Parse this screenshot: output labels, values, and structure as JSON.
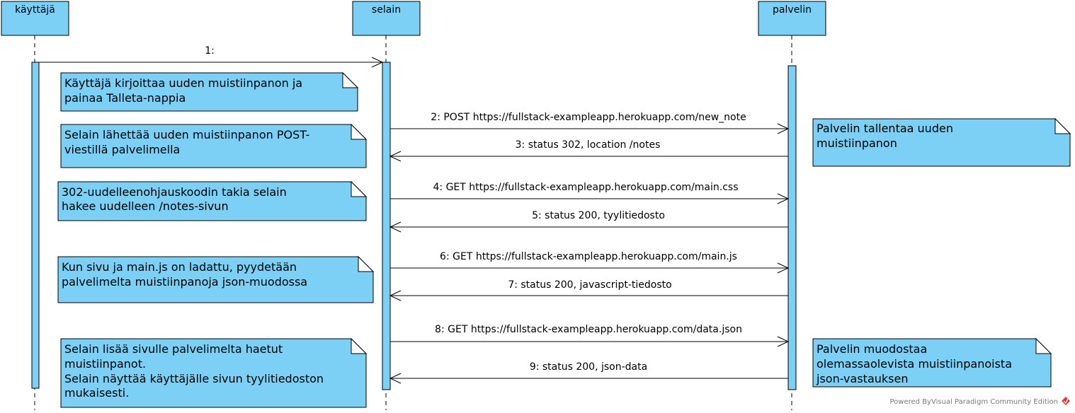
{
  "participants": [
    {
      "id": "user",
      "label": "käyttäjä"
    },
    {
      "id": "browser",
      "label": "selain"
    },
    {
      "id": "server",
      "label": "palvelin"
    }
  ],
  "messages": [
    {
      "id": "m1",
      "label": "1:",
      "from": "user",
      "to": "browser"
    },
    {
      "id": "m2",
      "label": "2: POST https://fullstack-exampleapp.herokuapp.com/new_note",
      "from": "browser",
      "to": "server"
    },
    {
      "id": "m3",
      "label": "3: status 302, location /notes",
      "from": "server",
      "to": "browser"
    },
    {
      "id": "m4",
      "label": "4: GET https://fullstack-exampleapp.herokuapp.com/main.css",
      "from": "browser",
      "to": "server"
    },
    {
      "id": "m5",
      "label": "5: status 200, tyylitiedosto",
      "from": "server",
      "to": "browser"
    },
    {
      "id": "m6",
      "label": "6: GET https://fullstack-exampleapp.herokuapp.com/main.js",
      "from": "browser",
      "to": "server"
    },
    {
      "id": "m7",
      "label": "7: status 200, javascript-tiedosto",
      "from": "server",
      "to": "browser"
    },
    {
      "id": "m8",
      "label": "8: GET https://fullstack-exampleapp.herokuapp.com/data.json",
      "from": "browser",
      "to": "server"
    },
    {
      "id": "m9",
      "label": "9: status 200, json-data",
      "from": "server",
      "to": "browser"
    }
  ],
  "notes": [
    {
      "id": "n1",
      "lines": [
        "Käyttäjä kirjoittaa uuden muistiinpanon ja",
        "painaa Talleta-nappia"
      ]
    },
    {
      "id": "n2",
      "lines": [
        "Selain lähettää uuden muistiinpanon POST-",
        "viestillä palvelimella"
      ]
    },
    {
      "id": "n3",
      "lines": [
        "302-uudelleenohjauskoodin takia selain",
        "hakee uudelleen /notes-sivun"
      ]
    },
    {
      "id": "n4",
      "lines": [
        "Kun sivu ja main.js on ladattu, pyydetään",
        "palvelimelta muistiinpanoja json-muodossa"
      ]
    },
    {
      "id": "n5",
      "lines": [
        "Selain lisää sivulle palvelimelta haetut",
        "muistiinpanot.",
        "Selain näyttää käyttäjälle sivun tyylitiedoston",
        "mukaisesti."
      ]
    },
    {
      "id": "n6",
      "lines": [
        "Palvelin tallentaa uuden",
        "muistiinpanon"
      ]
    },
    {
      "id": "n7",
      "lines": [
        "Palvelin muodostaa",
        "olemassaolevista muistiinpanoista",
        "json-vastauksen"
      ]
    }
  ],
  "watermark": "Powered ByVisual Paradigm Community Edition"
}
